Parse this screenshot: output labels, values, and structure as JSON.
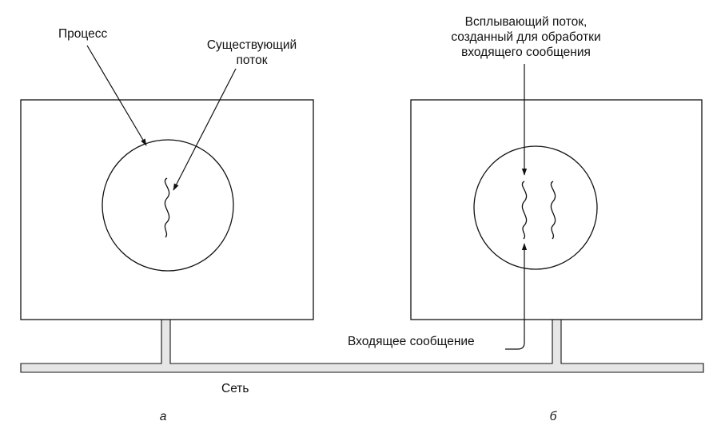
{
  "labels": {
    "process": "Процесс",
    "existing_thread_line1": "Существующий",
    "existing_thread_line2": "поток",
    "popup_thread_line1": "Всплывающий поток,",
    "popup_thread_line2": "созданный для обработки",
    "popup_thread_line3": "входящего сообщения",
    "incoming_message": "Входящее сообщение",
    "network": "Сеть",
    "caption_a": "а",
    "caption_b": "б"
  },
  "colors": {
    "stroke": "#111111",
    "network_fill": "#e6e6e6",
    "background": "#ffffff"
  }
}
